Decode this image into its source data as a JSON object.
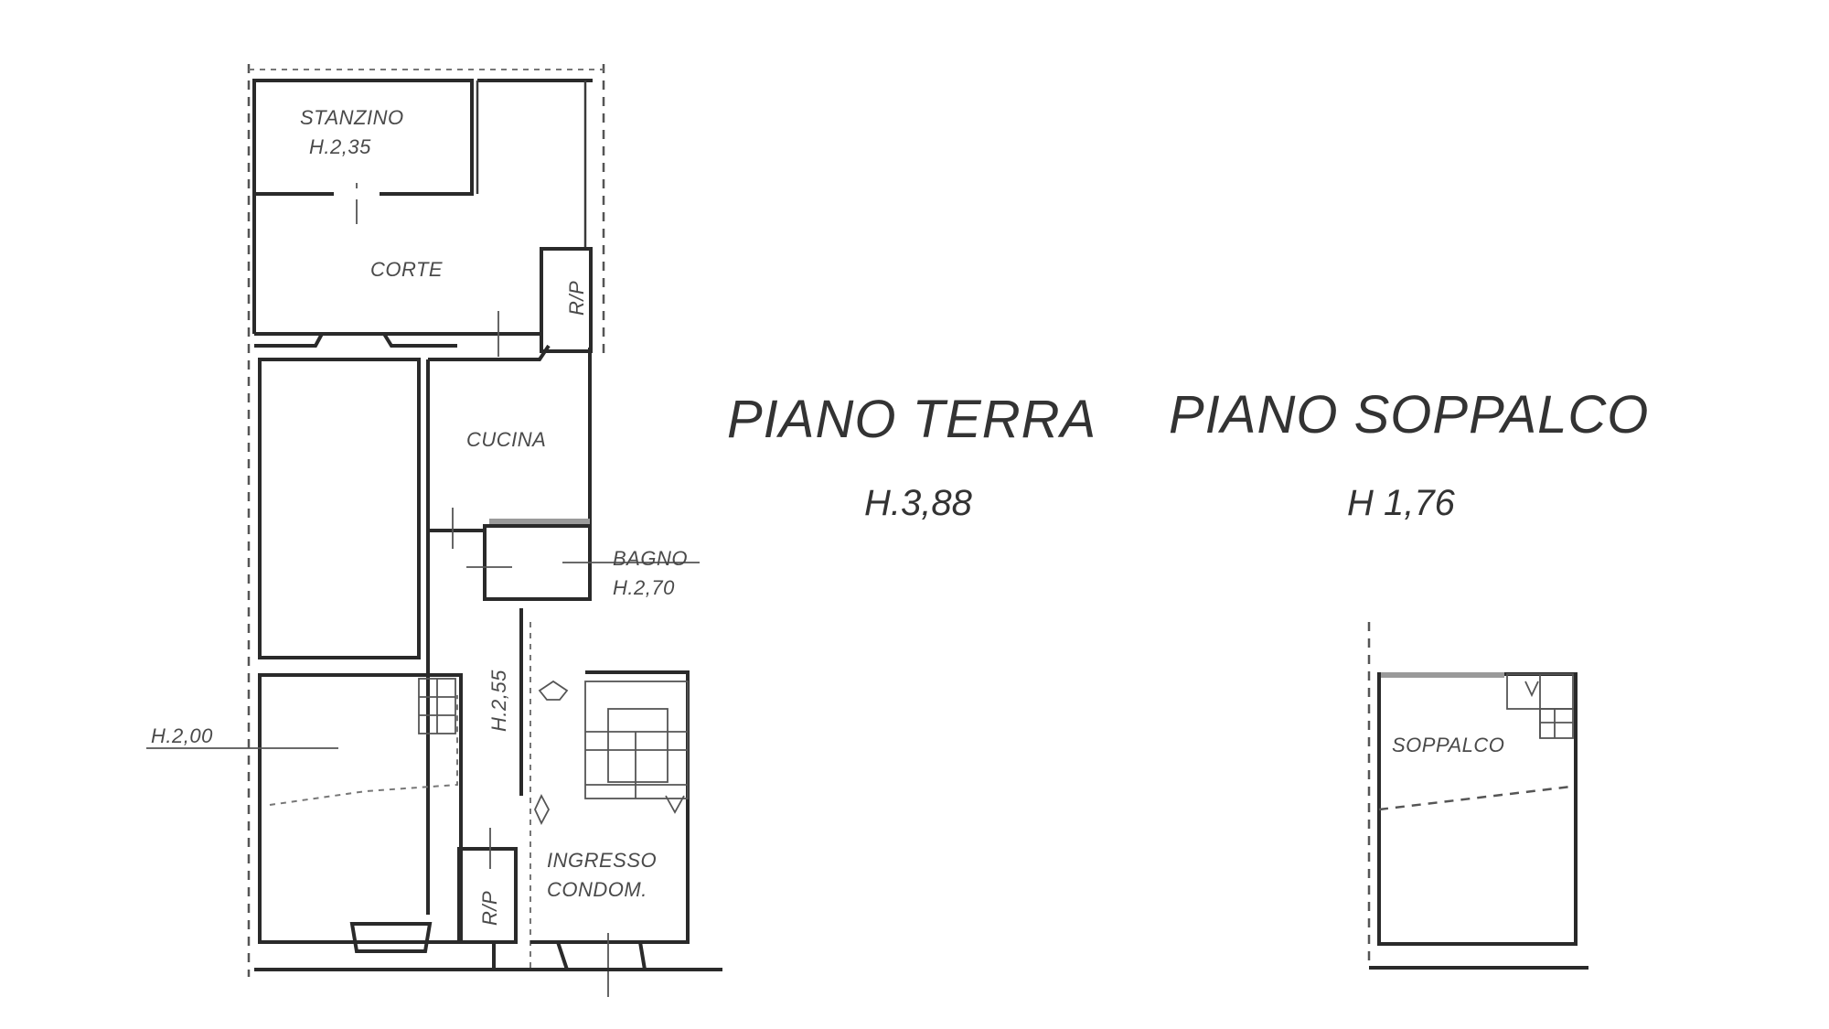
{
  "plan": {
    "type": "floor-plan",
    "floors": [
      {
        "title": "PIANO TERRA",
        "height": "H.3,88",
        "rooms": [
          {
            "label": "STANZINO",
            "height": "H.2,35"
          },
          {
            "label": "CORTE"
          },
          {
            "label": "R/P"
          },
          {
            "label": "CUCINA"
          },
          {
            "label": "BAGNO",
            "height": "H.2,70"
          },
          {
            "label": "H.2,55"
          },
          {
            "label": "H.2,00"
          },
          {
            "label": "INGRESSO",
            "label2": "CONDOM."
          },
          {
            "label": "R/P"
          }
        ]
      },
      {
        "title": "PIANO SOPPALCO",
        "height": "H 1,76",
        "rooms": [
          {
            "label": "SOPPALCO"
          }
        ]
      }
    ]
  },
  "colors": {
    "background": "#ffffff",
    "lines": "#2a2a2a",
    "text": "#4a4a4a"
  }
}
